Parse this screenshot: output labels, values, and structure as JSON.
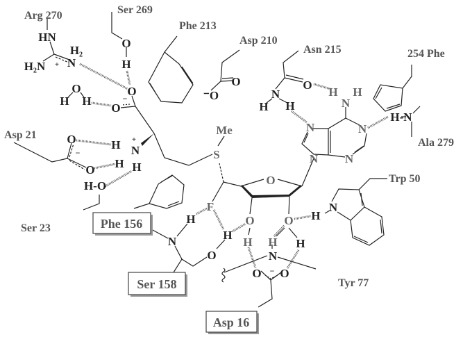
{
  "title": "Active site interactions diagram",
  "residues": {
    "arg270": "Arg 270",
    "ser269": "Ser  269",
    "phe213": "Phe 213",
    "asp210": "Asp 210",
    "asn215": "Asn 215",
    "phe254": "254 Phe",
    "ala279": "Ala 279",
    "asp21": "Asp 21",
    "trp50": "Trp  50",
    "ser23": "Ser 23",
    "phe156": "Phe 156",
    "ser158": "Ser 158",
    "tyr77": "Tyr 77",
    "asp16": "Asp 16"
  },
  "atoms": [
    "HN",
    "H₂N",
    "+",
    "N",
    "H₂",
    "O",
    "H",
    "O",
    "O",
    "−",
    "H",
    "O",
    "H",
    "O",
    "O",
    "−",
    "H",
    "N",
    "+",
    "H",
    "H",
    "H-O",
    "Me",
    "S",
    "F",
    "O",
    "O",
    "O",
    "H",
    "N",
    "O",
    "H",
    "H",
    "H",
    "N",
    "H",
    "O",
    "O",
    "−",
    "H",
    "N",
    "O",
    "N",
    "H",
    "H",
    "H",
    "H",
    "N",
    "N",
    "N",
    "N",
    "N",
    "H-N",
    "⁻O",
    "O"
  ]
}
